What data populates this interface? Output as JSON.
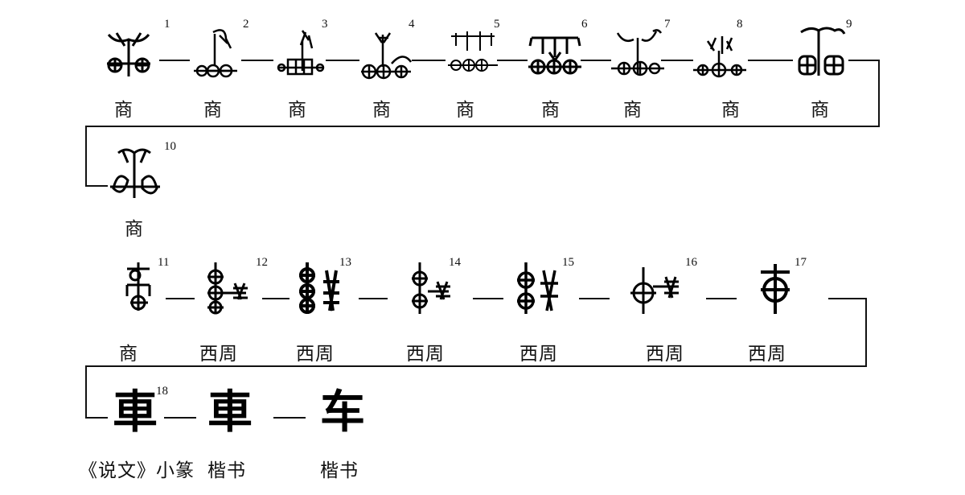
{
  "stages": [
    {
      "num": "1",
      "label": "商"
    },
    {
      "num": "2",
      "label": "商"
    },
    {
      "num": "3",
      "label": "商"
    },
    {
      "num": "4",
      "label": "商"
    },
    {
      "num": "5",
      "label": "商"
    },
    {
      "num": "6",
      "label": "商"
    },
    {
      "num": "7",
      "label": "商"
    },
    {
      "num": "8",
      "label": "商"
    },
    {
      "num": "9",
      "label": "商"
    },
    {
      "num": "10",
      "label": "商"
    },
    {
      "num": "11",
      "label": "商"
    },
    {
      "num": "12",
      "label": "西周"
    },
    {
      "num": "13",
      "label": "西周"
    },
    {
      "num": "14",
      "label": "西周"
    },
    {
      "num": "15",
      "label": "西周"
    },
    {
      "num": "16",
      "label": "西周"
    },
    {
      "num": "17",
      "label": "西周"
    },
    {
      "num": "18",
      "label": "《说文》小篆",
      "glyph": "車"
    },
    {
      "num": "",
      "label": "楷书",
      "glyph": "車"
    },
    {
      "num": "",
      "label": "楷书",
      "glyph": "车"
    }
  ]
}
